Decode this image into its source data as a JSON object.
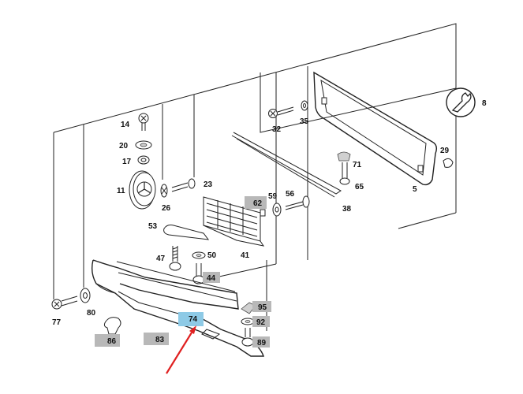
{
  "colors": {
    "ink": "#222222",
    "label_highlight_gray": "#b8b8b8",
    "label_highlight_blue": "#8ecae6",
    "arrow": "#e02020"
  },
  "parts": {
    "p8": "8",
    "p14": "14",
    "p20": "20",
    "p17": "17",
    "p11": "11",
    "p26": "26",
    "p23": "23",
    "p32": "32",
    "p35": "35",
    "p5": "5",
    "p29": "29",
    "p71": "71",
    "p65": "65",
    "p38": "38",
    "p56": "56",
    "p59": "59",
    "p62": "62",
    "p53": "53",
    "p41": "41",
    "p47": "47",
    "p50": "50",
    "p44": "44",
    "p77": "77",
    "p80": "80",
    "p86": "86",
    "p83": "83",
    "p74": "74",
    "p95": "95",
    "p92": "92",
    "p89": "89"
  },
  "icons": {
    "wrench": "wrench-icon",
    "arrow": "red-pointer-arrow"
  }
}
